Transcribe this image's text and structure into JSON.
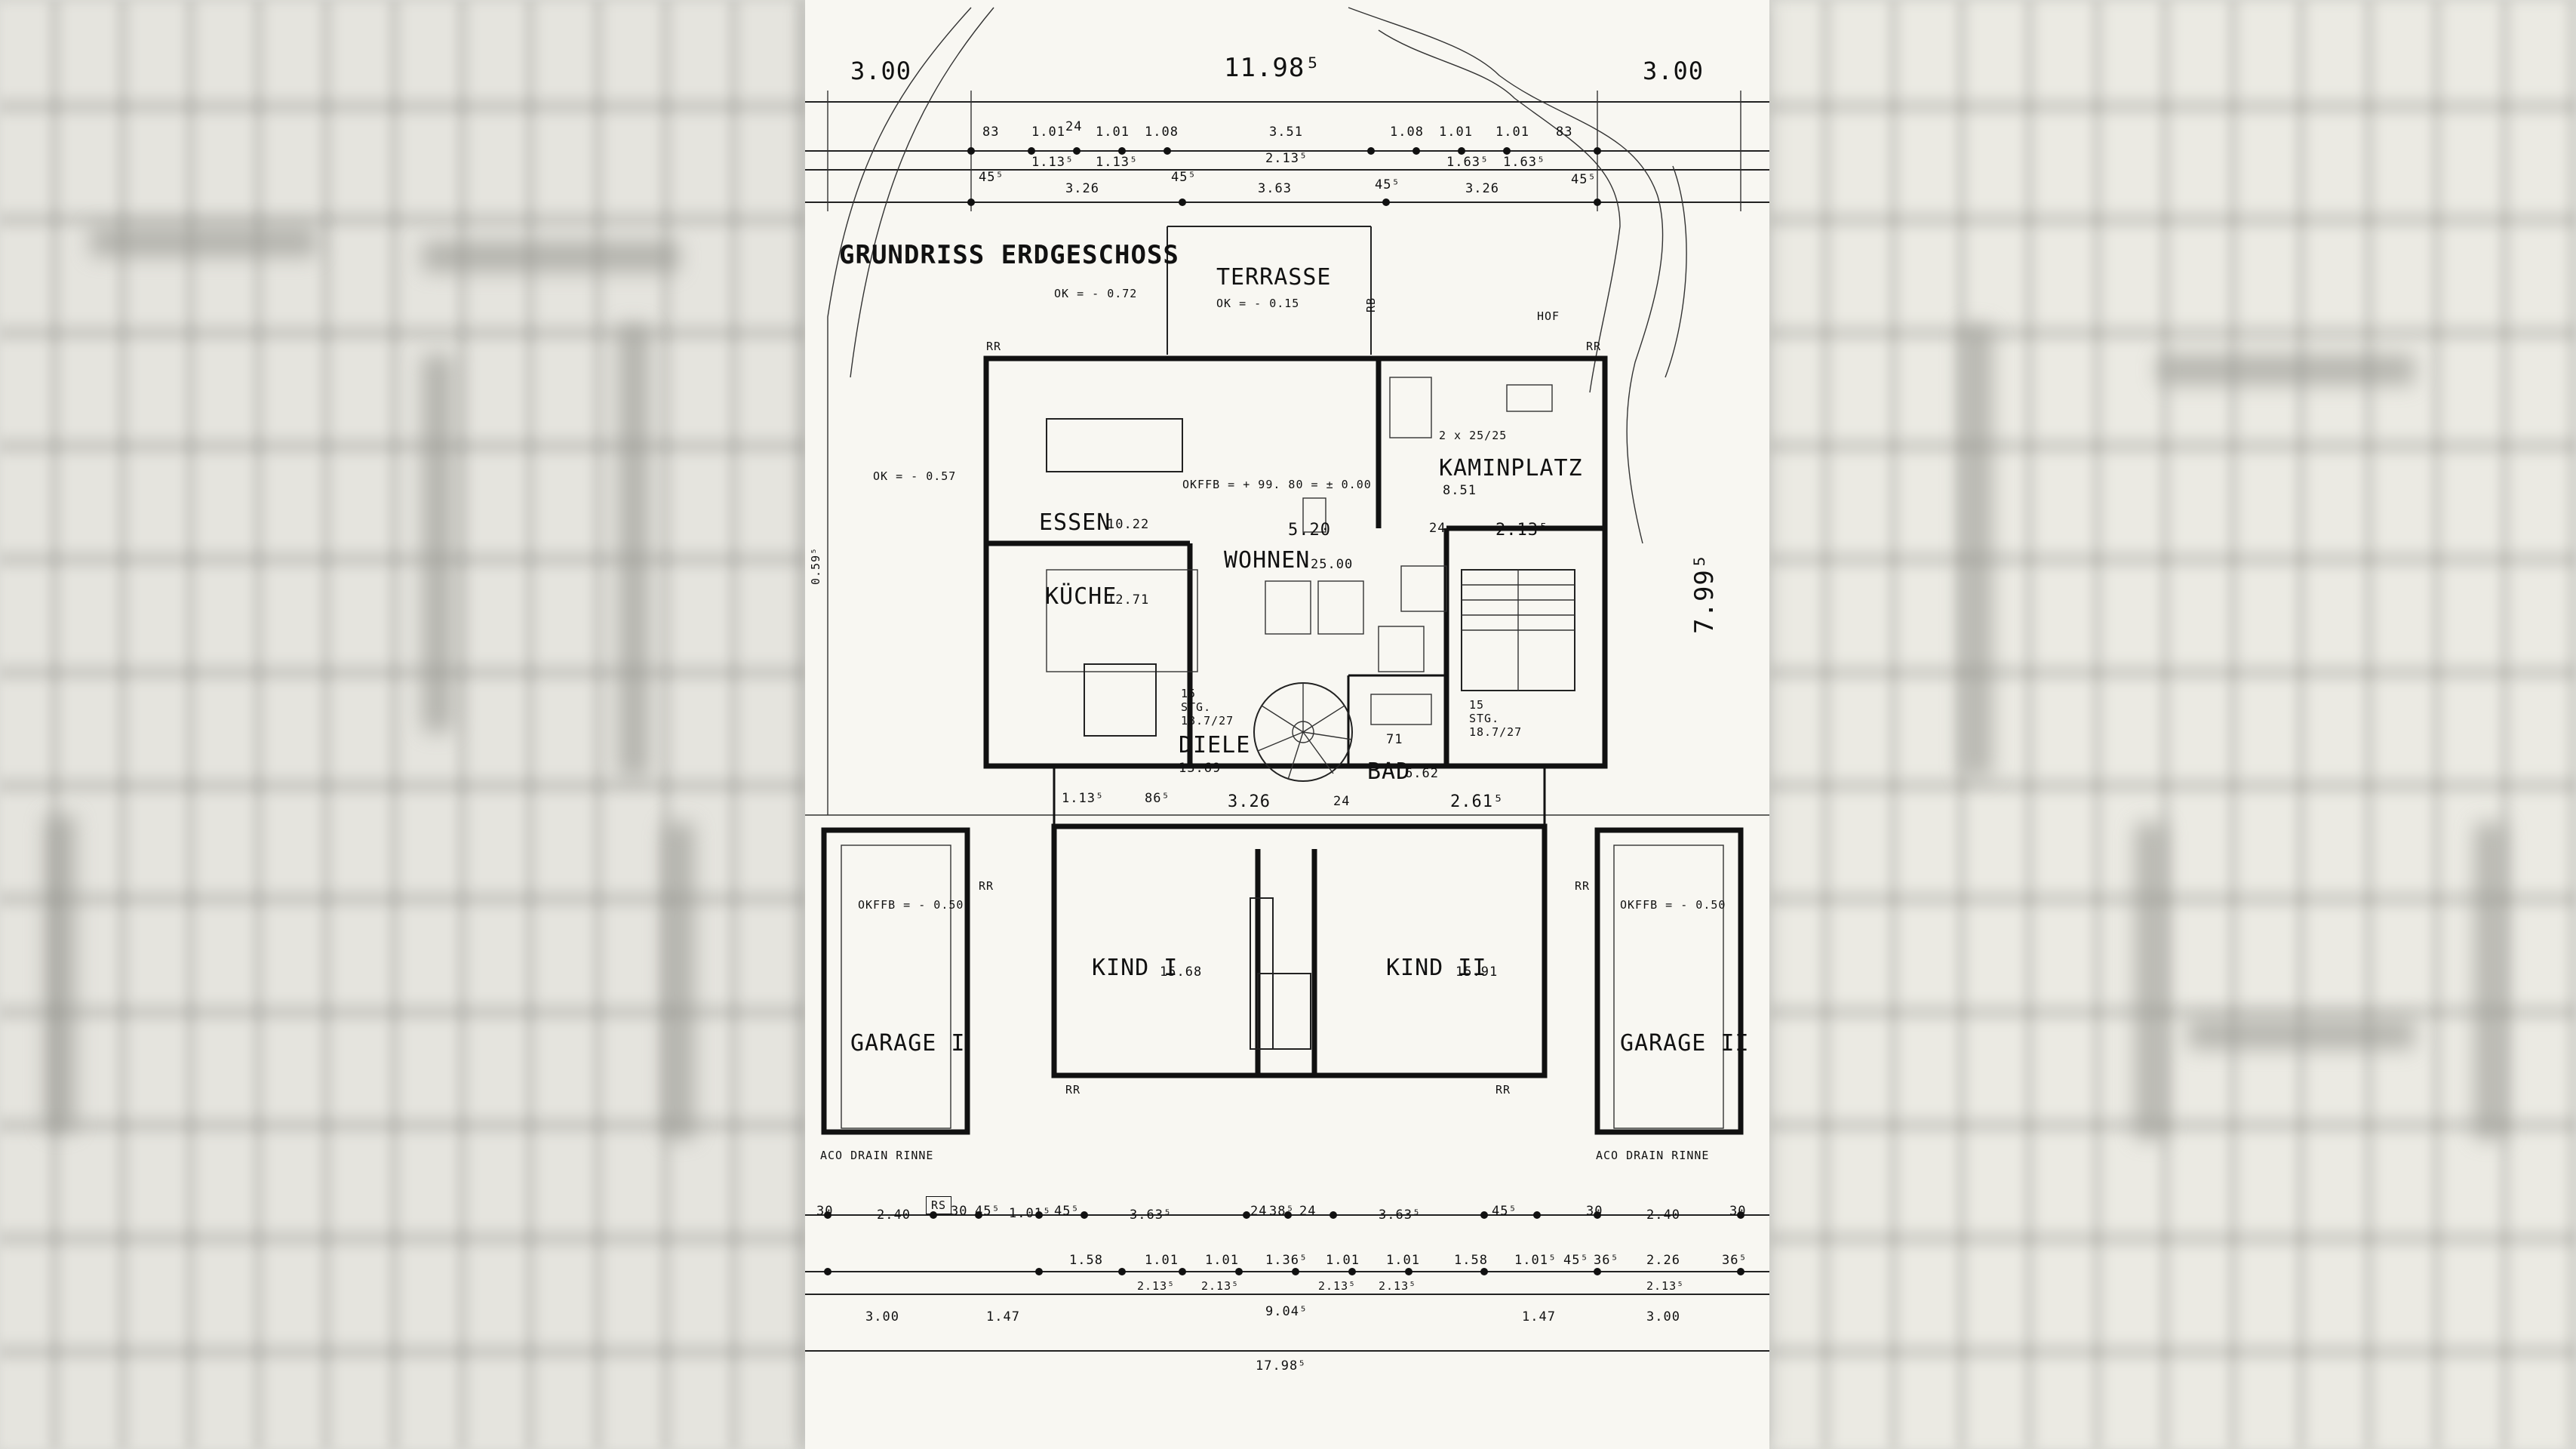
{
  "plan": {
    "title": "GRUNDRISS ERDGESCHOSS",
    "top_dims": {
      "left": "3.00",
      "center": "11.98⁵",
      "right": "3.00",
      "row1": [
        "83",
        "1.01",
        "24",
        "1.01",
        "1.08",
        "3.51",
        "1.08",
        "1.01",
        "1.01",
        "83"
      ],
      "row2": [
        "1.13⁵",
        "1.13⁵",
        "2.13⁵",
        "1.63⁵",
        "1.63⁵"
      ],
      "row3": [
        "45⁵",
        "3.26",
        "45⁵",
        "3.63",
        "45⁵",
        "3.26",
        "45⁵"
      ]
    },
    "side_dims": {
      "right": "7.99⁵",
      "left": "0.59⁵"
    },
    "levels": {
      "terrace_level": "OK = - 0.72",
      "terrace_ok": "OK = - 0.15",
      "left_level": "OK = - 0.57",
      "okffb_main": "OKFFB = + 99. 80 = ± 0.00",
      "garage_left": "OKFFB = - 0.50",
      "garage_right": "OKFFB = - 0.50"
    },
    "rooms": {
      "terrasse": "TERRASSE",
      "hof": "HOF",
      "essen": "ESSEN",
      "essen_area": "10.22",
      "wohnen": "WOHNEN",
      "wohnen_area": "25.00",
      "wohnen_dim": "5.20",
      "kamin": "KAMINPLATZ",
      "kamin_area": "8.51",
      "kamin_dim": "2.13⁵",
      "kamin_chimney": "2 x 25/25",
      "kueche": "KÜCHE",
      "kueche_area": "12.71",
      "diele": "DIELE",
      "diele_area": "13.69",
      "diele_stair": "15 STG. 18.7/27",
      "bad": "BAD",
      "bad_area": "6.62",
      "bad_dim": "2.61⁵",
      "bad_door": "71",
      "stair_right": "15 STG. 18.7/27",
      "kind1": "KIND I",
      "kind1_area": "15.68",
      "kind2": "KIND II",
      "kind2_area": "15.91",
      "garage1": "GARAGE I",
      "garage2": "GARAGE II"
    },
    "misc": {
      "rr": "RR",
      "rb": "RB",
      "rs": "RS",
      "aco_left": "ACO DRAIN RINNE",
      "aco_right": "ACO DRAIN RINNE",
      "diele_dims": [
        "1.13⁵",
        "86⁵",
        "3.26",
        "24"
      ],
      "small_24": "24"
    },
    "bottom_dims": {
      "row1": [
        "30",
        "2.40",
        "30",
        "45⁵",
        "1.01⁵",
        "45⁵",
        "3.63⁵",
        "24",
        "38⁵",
        "24",
        "3.63⁵",
        "45⁵",
        "30",
        "2.40",
        "30"
      ],
      "row2": [
        "1.58",
        "1.01",
        "1.01",
        "1.36⁵",
        "1.01",
        "1.01",
        "1.58",
        "1.01⁵",
        "45⁵",
        "36⁵",
        "2.26",
        "36⁵"
      ],
      "row3": [
        "2.13⁵",
        "2.13⁵",
        "2.13⁵",
        "2.13⁵",
        "2.13⁵"
      ],
      "row4": [
        "3.00",
        "1.47",
        "9.04⁵",
        "1.47",
        "3.00"
      ],
      "total": "17.98⁵"
    }
  }
}
